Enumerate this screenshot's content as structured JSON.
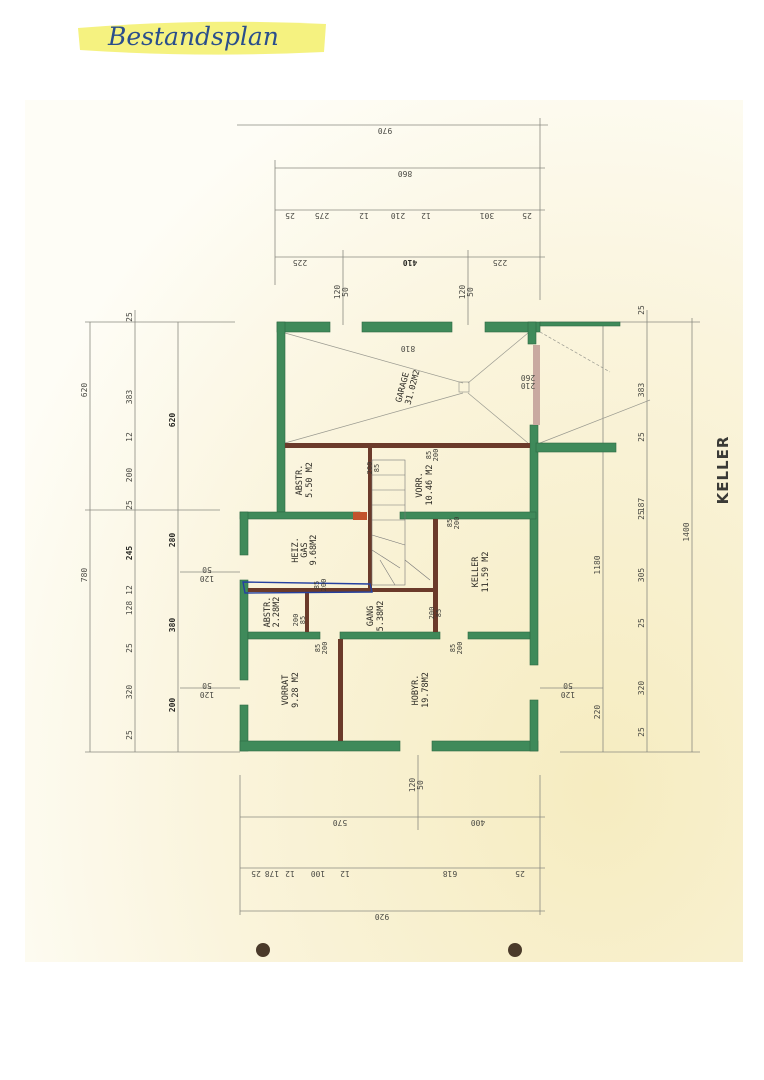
{
  "title": "Bestandsplan",
  "colors": {
    "exterior_wall": "#3f8a5a",
    "interior_wall": "#6b3a2a",
    "highlight": "#f3f06a",
    "paper": "#faf6df",
    "pen_blue": "#2440a0"
  },
  "side_label": "KELLER",
  "rooms": [
    {
      "name": "GARAGE",
      "area": "31.02M2"
    },
    {
      "name": "ABSTR.",
      "area": "5.50 M2"
    },
    {
      "name": "VORR.",
      "area": "10.46 M2"
    },
    {
      "name": "HEIZ.",
      "name2": "GAS",
      "area": "9.68M2"
    },
    {
      "name": "KELLER",
      "area": "11.59 M2"
    },
    {
      "name": "ABSTR.",
      "area": "2.28M2"
    },
    {
      "name": "GANG",
      "area": "5.38M2"
    },
    {
      "name": "VORRAT",
      "area": "9.28 M2"
    },
    {
      "name": "HOBYR.",
      "area": "19.78M2"
    }
  ],
  "dimensions": {
    "top": [
      "970",
      "860",
      "25",
      "275",
      "12",
      "210",
      "12",
      "301",
      "25",
      "225",
      "410",
      "225"
    ],
    "garage_width": "810",
    "left": [
      "620",
      "780",
      "25",
      "383",
      "12",
      "200",
      "25",
      "245",
      "12",
      "128",
      "25",
      "320",
      "25",
      "620",
      "280",
      "380",
      "200"
    ],
    "right": [
      "25",
      "383",
      "25",
      "187",
      "25",
      "305",
      "25",
      "320",
      "25",
      "1180",
      "220",
      "1400"
    ],
    "bottom": [
      "570",
      "400",
      "25",
      "178",
      "12",
      "100",
      "12",
      "618",
      "25",
      "920"
    ],
    "openings": [
      "120",
      "50",
      "120",
      "50",
      "120",
      "50",
      "120",
      "50",
      "120",
      "50",
      "120",
      "50",
      "210",
      "260"
    ],
    "doors": [
      "85",
      "200",
      "200",
      "85",
      "85",
      "200",
      "85",
      "200",
      "200",
      "85",
      "85",
      "200",
      "200",
      "85",
      "85",
      "200"
    ]
  }
}
